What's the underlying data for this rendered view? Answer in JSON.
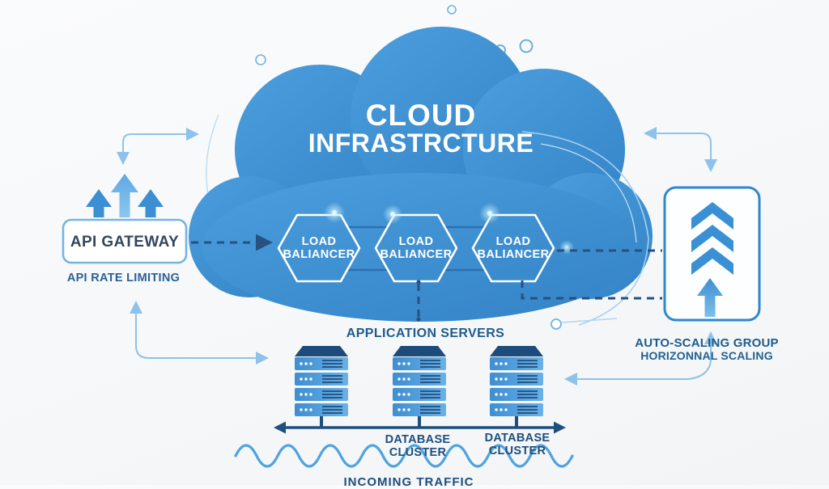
{
  "title": {
    "line1": "CLOUD",
    "line2": "INFRASTRCTURE"
  },
  "load_balancers": [
    {
      "line1": "LOAD",
      "line2": "BALIANCER"
    },
    {
      "line1": "LOAD",
      "line2": "BALIANCER"
    },
    {
      "line1": "LOAD",
      "line2": "BALIANCER"
    }
  ],
  "api_gateway": {
    "label": "API GATEWAY",
    "caption": "API RATE LIMITING"
  },
  "application_servers": {
    "label": "APPLICATION SERVERS"
  },
  "database_clusters": [
    {
      "line1": "DATABASE",
      "line2": "CLUSTER"
    },
    {
      "line1": "DATABASE",
      "line2": "CLUSTER"
    }
  ],
  "auto_scaling": {
    "line1": "AUTO-SCALING GROUP",
    "line2": "HORIZONNAL SCALING"
  },
  "incoming_traffic": {
    "label": "INCOMING TRAFFIC"
  },
  "colors": {
    "cloud_blue": "#3E8FD2",
    "cloud_blue_light": "#4C9EDD",
    "accent_blue": "#3C8FD2",
    "server_blue_light": "#69B1E7",
    "navy_dark": "#1C4C7C",
    "navy_text": "#1D5B8D",
    "slate_text": "#33475C",
    "dashed_line": "#27517F",
    "light_line": "#8FC2EA",
    "wave_blue": "#4FA3DF",
    "white": "#FFFFFF"
  }
}
